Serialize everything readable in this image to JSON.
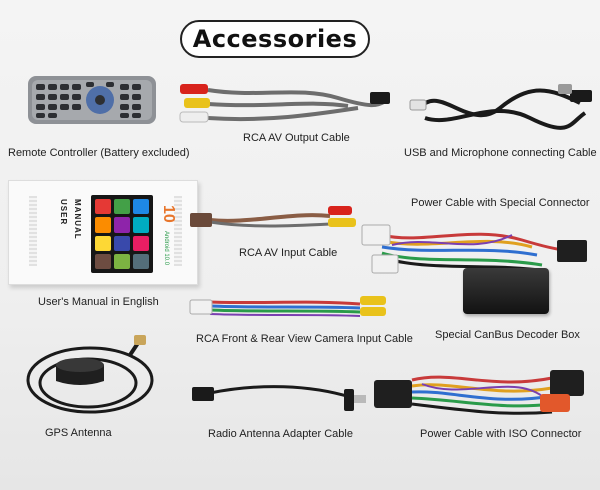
{
  "header": {
    "title": "Accessories"
  },
  "captions": {
    "remote": "Remote Controller (Battery excluded)",
    "rca_av_output": "RCA AV Output Cable",
    "usb_mic": "USB and Microphone connecting Cable",
    "power_special": "Power Cable with Special Connector",
    "rca_av_input": "RCA AV Input Cable",
    "manual": "User's Manual in English",
    "rca_camera": "RCA Front & Rear View Camera Input Cable",
    "canbus": "Special CanBus Decoder Box",
    "gps": "GPS Antenna",
    "radio_antenna": "Radio Antenna Adapter Cable",
    "power_iso": "Power Cable with ISO Connector"
  },
  "manual_cover": {
    "line1": "USER",
    "line2": "MANUAL",
    "logo": "10",
    "logo_sub": "Android 10.0"
  },
  "colors": {
    "remote_body": "#8e9196",
    "cable_gray": "#6d6d6d",
    "cable_black": "#1a1a1a",
    "rca_red": "#d8231c",
    "rca_yellow": "#e9c21b",
    "rca_white": "#eeeeee"
  }
}
